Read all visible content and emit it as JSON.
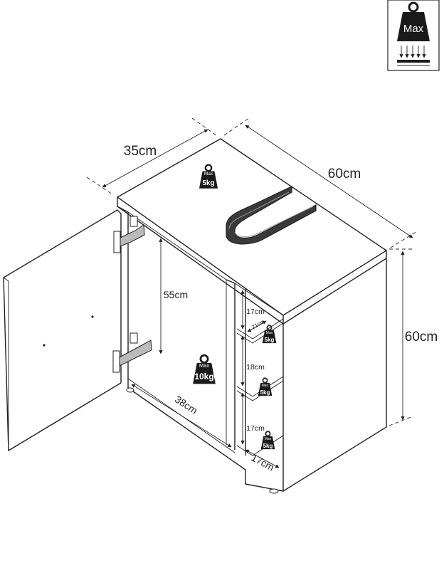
{
  "legend": {
    "weight_label": "Max"
  },
  "dimensions": {
    "depth": "35cm",
    "width": "60cm",
    "height": "60cm",
    "inner_height": "55cm",
    "inner_depth": "38cm",
    "shelf_gap_1": "17cm",
    "shelf_gap_2": "18cm",
    "shelf_gap_3": "17cm",
    "shelf_depth": "21cm",
    "shelf_width": "17cm"
  },
  "load_limits": {
    "top": {
      "label": "Max",
      "value": "5kg"
    },
    "floor": {
      "label": "Max",
      "value": "10kg"
    },
    "shelf_1": {
      "label": "Max",
      "value": "5kg"
    },
    "shelf_2": {
      "label": "Max",
      "value": "5kg"
    },
    "shelf_3": {
      "label": "Max",
      "value": "5kg"
    }
  },
  "colors": {
    "ink": "#222222",
    "weight_fill": "#1a1a1a",
    "background": "#ffffff"
  }
}
